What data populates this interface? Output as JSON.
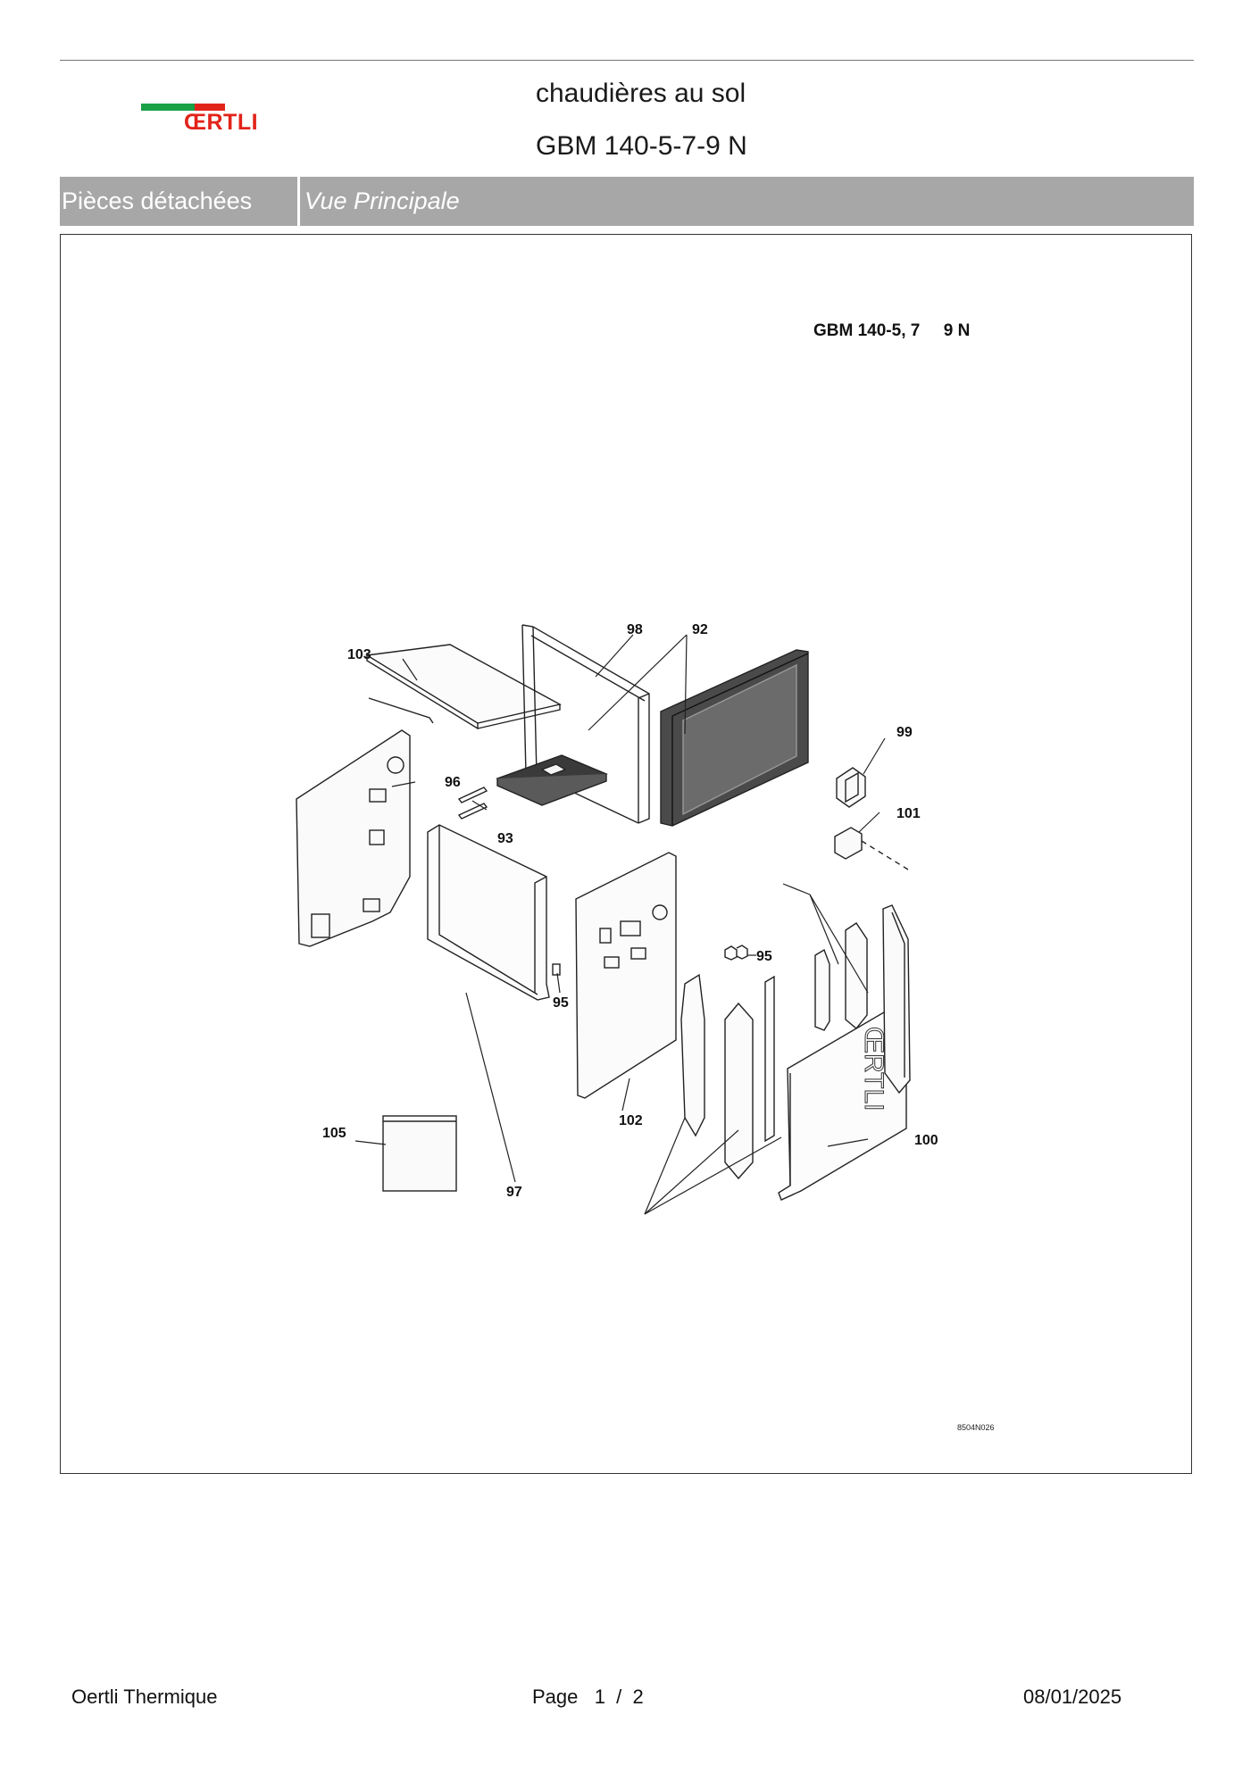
{
  "header": {
    "brand": "ŒRTLI",
    "title": "chaudières au sol",
    "subtitle": "GBM 140-5-7-9 N"
  },
  "bar": {
    "section": "Pièces détachées",
    "view": "Vue Principale"
  },
  "diagram": {
    "model_label": "GBM 140-5, 7     9 N",
    "drawing_code": "8504N026",
    "panel_brand": "ŒRTLI",
    "part_numbers": [
      "103",
      "98",
      "92",
      "99",
      "96",
      "101",
      "93",
      "95",
      "95",
      "102",
      "105",
      "97",
      "100"
    ]
  },
  "footer": {
    "company": "Oertli Thermique",
    "page": "Page   1  /  2",
    "date": "08/01/2025"
  },
  "colors": {
    "bar_background": "#a7a7a7",
    "logo_green": "#1aa045",
    "logo_red": "#e2231a"
  }
}
